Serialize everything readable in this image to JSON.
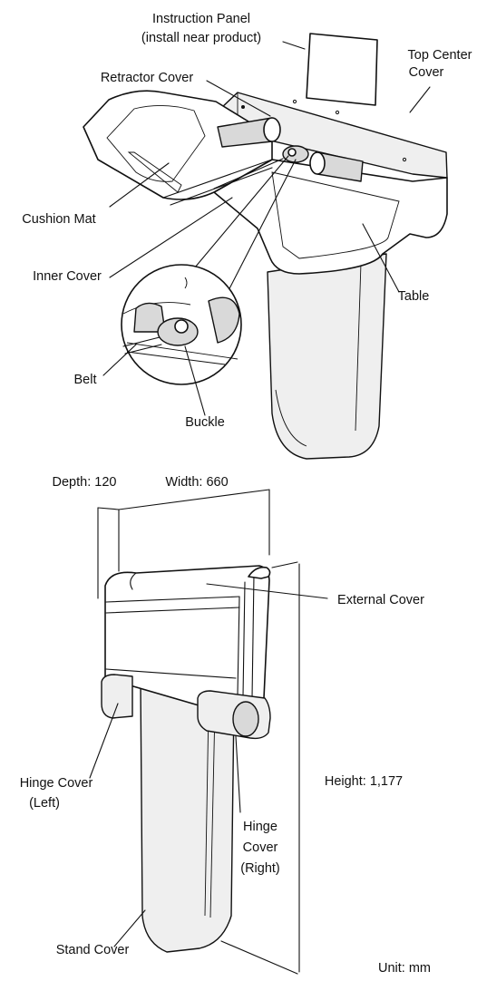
{
  "labels": {
    "instruction_panel": [
      "Instruction Panel",
      "(install near product)"
    ],
    "retractor_cover": "Retractor Cover",
    "top_center_cover": [
      "Top Center",
      "Cover"
    ],
    "cushion_mat": "Cushion Mat",
    "inner_cover": "Inner Cover",
    "table": "Table",
    "belt": "Belt",
    "buckle": "Buckle",
    "external_cover": "External Cover",
    "hinge_cover_left": [
      "Hinge Cover",
      "(Left)"
    ],
    "hinge_cover_right": [
      "Hinge",
      "Cover",
      "(Right)"
    ],
    "stand_cover": "Stand Cover"
  },
  "dimensions": {
    "depth": "Depth: 120",
    "width": "Width: 660",
    "height": "Height: 1,177",
    "unit": "Unit: mm"
  }
}
